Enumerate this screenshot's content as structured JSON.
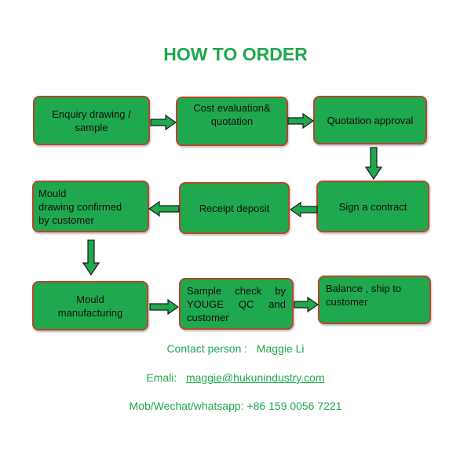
{
  "title": "HOW TO ORDER",
  "steps": [
    "Enquiry drawing /\nsample",
    "Cost evaluation&\nquotation",
    "Quotation approval",
    "Sign a contract",
    "Receipt deposit",
    "Mould\ndrawing confirmed\nby customer",
    "Mould\nmanufacturing",
    "Sample check by\nYOUGE QC and\ncustomer",
    "Balance , ship to\ncustomer"
  ],
  "contact": {
    "person_label": "Contact person :",
    "person_name": "Maggie Li",
    "email_label": "Emali:",
    "email": "maggie@hukunindustry.com",
    "phone": "Mob/Wechat/whatsapp: +86 159 0056 7221"
  },
  "colors": {
    "box_fill": "#1fa84d",
    "box_border": "#b5472d",
    "accent_text": "#1fa84d"
  }
}
